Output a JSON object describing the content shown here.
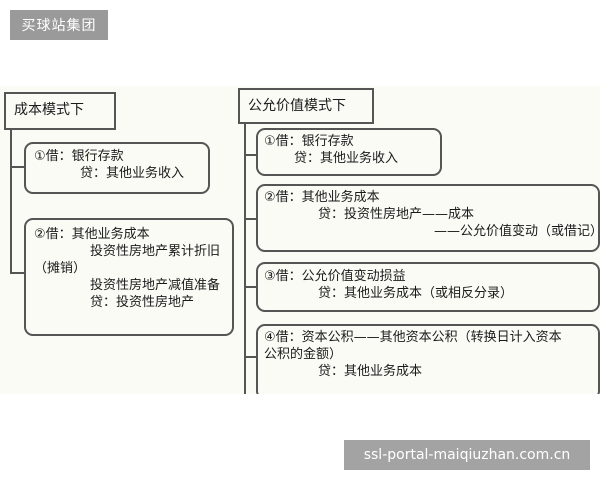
{
  "watermark_top": "买球站集团",
  "watermark_bottom": "ssl-portal-maiqiuzhan.com.cn",
  "cost_model": {
    "title": "成本模式下",
    "box1": [
      "①借：银行存款",
      "贷：其他业务收入"
    ],
    "box2": [
      "②借：其他业务成本",
      "投资性房地产累计折旧",
      "（摊销）",
      "投资性房地产减值准备",
      "贷：投资性房地产"
    ]
  },
  "fair_value_model": {
    "title": "公允价值模式下",
    "box1": [
      "①借：银行存款",
      "贷：其他业务收入"
    ],
    "box2": [
      "②借：其他业务成本",
      "贷：投资性房地产——成本",
      "——公允价值变动（或借记）"
    ],
    "box3": [
      "③借：公允价值变动损益",
      "贷：其他业务成本（或相反分录）"
    ],
    "box4": [
      "④借：资本公积——其他资本公积（转换日计入资本",
      "公积的金额）",
      "贷：其他业务成本"
    ]
  }
}
